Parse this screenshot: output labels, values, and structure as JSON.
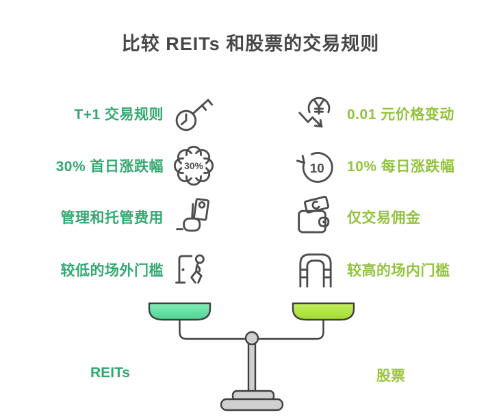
{
  "title": "比较 REITs 和股票的交易规则",
  "colors": {
    "title": "#474747",
    "left_text": "#34a871",
    "right_text": "#92c33d",
    "icon_stroke": "#4d4d4d",
    "left_pan": "#4ed392",
    "right_pan": "#a7e03a"
  },
  "left_column": {
    "footer_label": "REITs",
    "items": [
      {
        "text": "T+1 交易规则",
        "icon": "key-clock"
      },
      {
        "text": "30% 首日涨跌幅",
        "icon": "badge-30-percent",
        "badge_text": "30%"
      },
      {
        "text": "管理和托管费用",
        "icon": "hand-banknote"
      },
      {
        "text": "较低的场外门槛",
        "icon": "door-person"
      }
    ]
  },
  "right_column": {
    "footer_label": "股票",
    "items": [
      {
        "text": "0.01 元价格变动",
        "icon": "yuan-decline",
        "symbol": "¥"
      },
      {
        "text": "10% 每日涨跌幅",
        "icon": "rotate-ten",
        "badge_text": "10"
      },
      {
        "text": "仅交易佣金",
        "icon": "wallet-banknote"
      },
      {
        "text": "较高的场内门槛",
        "icon": "arch-gate"
      }
    ]
  }
}
